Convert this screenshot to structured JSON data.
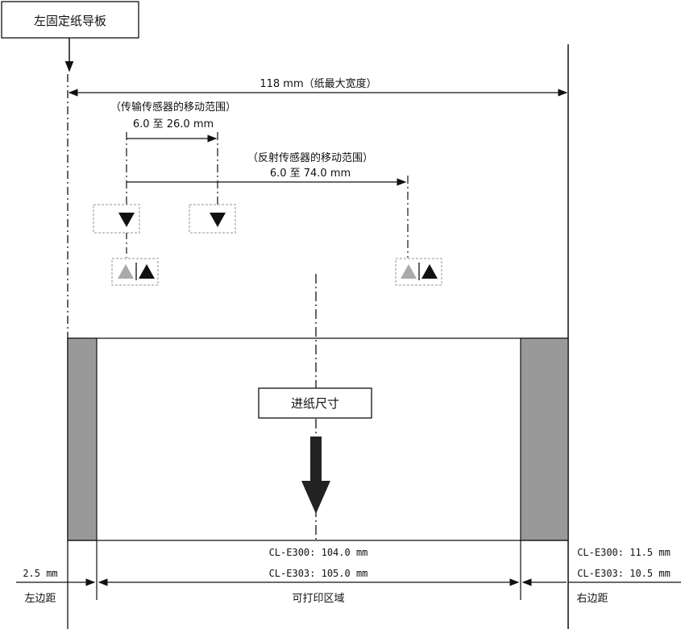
{
  "labels": {
    "left_guide": "左固定纸导板",
    "max_width": "118 mm（纸最大宽度）",
    "trans_sensor_range": "（传输传感器的移动范围）",
    "trans_sensor_values": "6.0 至 26.0 mm",
    "refl_sensor_range": "（反射传感器的移动范围）",
    "refl_sensor_values": "6.0 至 74.0 mm",
    "feed_direction": "进纸尺寸",
    "e300_print_width": "CL-E300: 104.0 mm",
    "e303_print_width": "CL-E303: 105.0 mm",
    "left_margin_value": "2.5 mm",
    "left_margin": "左边距",
    "printable_area": "可打印区域",
    "e300_right_margin": "CL-E300: 11.5 mm",
    "e303_right_margin": "CL-E303: 10.5 mm",
    "right_margin": "右边距"
  },
  "colors": {
    "margin_fill": "#999999",
    "sensor_gray": "#aaaaaa",
    "line": "#111111"
  }
}
